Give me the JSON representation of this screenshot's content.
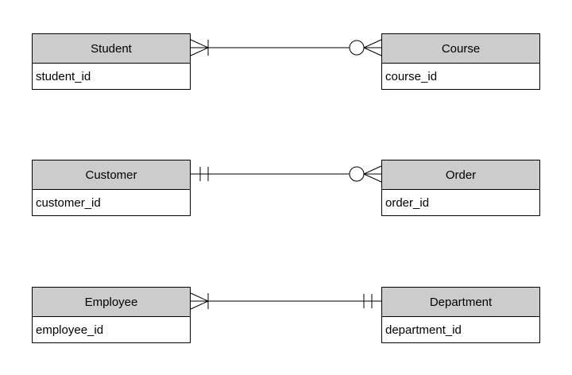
{
  "diagram_type": "entity-relationship-crows-foot",
  "style": {
    "header_fill": "#cccccc",
    "border_color": "#000000",
    "line_color": "#000000",
    "text_color": "#000000",
    "background": "#ffffff"
  },
  "entities": [
    {
      "name": "Student",
      "attributes": [
        "student_id"
      ]
    },
    {
      "name": "Course",
      "attributes": [
        "course_id"
      ]
    },
    {
      "name": "Customer",
      "attributes": [
        "customer_id"
      ]
    },
    {
      "name": "Order",
      "attributes": [
        "order_id"
      ]
    },
    {
      "name": "Employee",
      "attributes": [
        "employee_id"
      ]
    },
    {
      "name": "Department",
      "attributes": [
        "department_id"
      ]
    }
  ],
  "relationships": [
    {
      "from": "Student",
      "to": "Course",
      "from_cardinality": "one-or-many",
      "to_cardinality": "zero-or-many",
      "row": 0
    },
    {
      "from": "Customer",
      "to": "Order",
      "from_cardinality": "exactly-one",
      "to_cardinality": "zero-or-many",
      "row": 1
    },
    {
      "from": "Employee",
      "to": "Department",
      "from_cardinality": "one-or-many",
      "to_cardinality": "exactly-one",
      "row": 2
    }
  ]
}
